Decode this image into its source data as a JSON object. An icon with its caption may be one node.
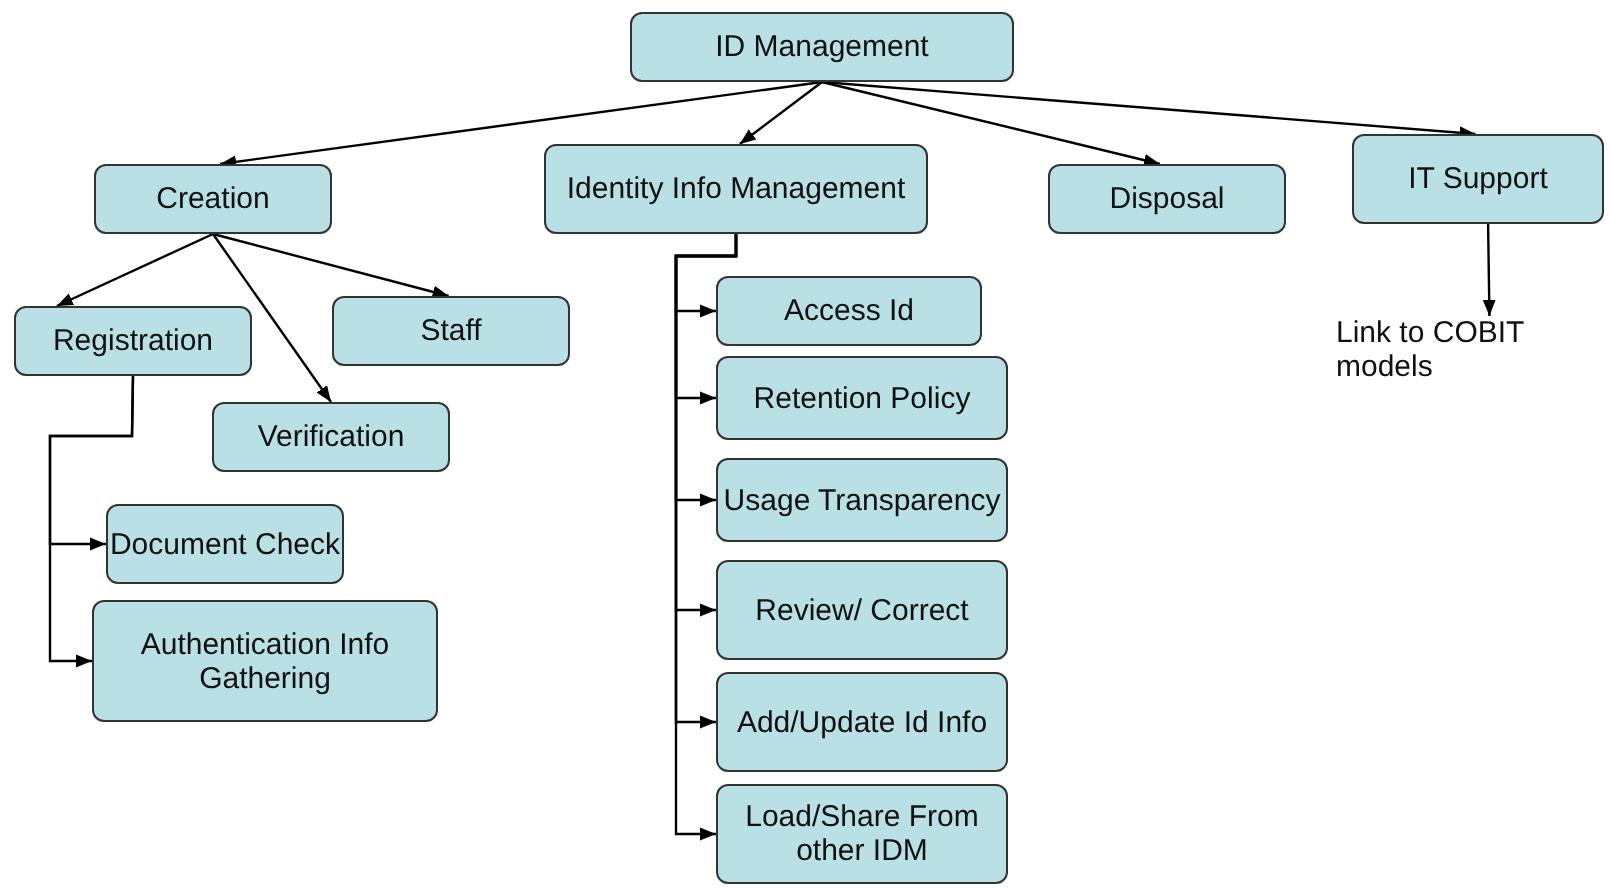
{
  "diagram": {
    "nodes": [
      {
        "text": [
          "ID Management"
        ]
      },
      {
        "text": [
          "Creation"
        ]
      },
      {
        "text": [
          "Identity Info Management"
        ]
      },
      {
        "text": [
          "Disposal"
        ]
      },
      {
        "text": [
          "IT Support"
        ]
      },
      {
        "text": [
          "Link to COBIT models"
        ]
      },
      {
        "text": [
          "Registration"
        ]
      },
      {
        "text": [
          "Staff"
        ]
      },
      {
        "text": [
          "Verification"
        ]
      },
      {
        "text": [
          "Document Check"
        ]
      },
      {
        "text": [
          "Authentication Info Gathering"
        ]
      },
      {
        "text": [
          "Access Id"
        ]
      },
      {
        "text": [
          "Retention Policy"
        ]
      },
      {
        "text": [
          "Usage Transparency"
        ]
      },
      {
        "text": [
          "Review/ Correct"
        ]
      },
      {
        "text": [
          "Add/Update Id Info"
        ]
      },
      {
        "text": [
          "Load/Share From other IDM"
        ]
      }
    ],
    "edges": [
      {
        "from": 0,
        "to": 1,
        "arrow": "to"
      },
      {
        "from": 0,
        "to": 2,
        "arrow": "to"
      },
      {
        "from": 0,
        "to": 3,
        "arrow": "to"
      },
      {
        "from": 0,
        "to": 4,
        "arrow": "to"
      },
      {
        "from": 4,
        "to": 5,
        "arrow": "to"
      },
      {
        "from": 1,
        "to": 6,
        "arrow": "to"
      },
      {
        "from": 1,
        "to": 7,
        "arrow": "to"
      },
      {
        "from": 1,
        "to": 8,
        "arrow": "to"
      },
      {
        "from": 6,
        "to": 9,
        "arrow": "to"
      },
      {
        "from": 6,
        "to": 10,
        "arrow": "to"
      },
      {
        "from": 2,
        "to": 11,
        "arrow": "to"
      },
      {
        "from": 2,
        "to": 12,
        "arrow": "to"
      },
      {
        "from": 2,
        "to": 13,
        "arrow": "to"
      },
      {
        "from": 2,
        "to": 14,
        "arrow": "to"
      },
      {
        "from": 2,
        "to": 15,
        "arrow": "to"
      },
      {
        "from": 2,
        "to": 16,
        "arrow": "to"
      }
    ]
  }
}
